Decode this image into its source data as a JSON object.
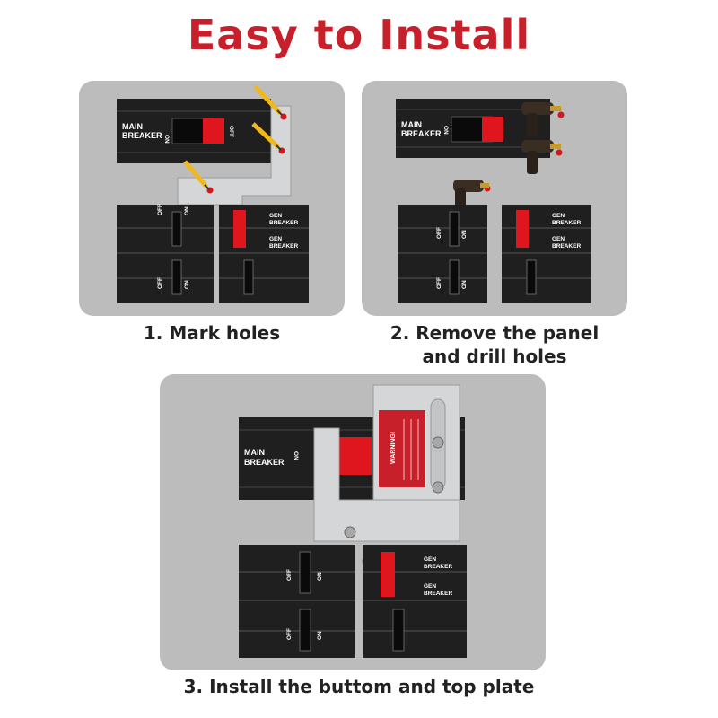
{
  "title": "Easy to Install",
  "steps": [
    {
      "caption": "1. Mark holes"
    },
    {
      "caption": "2. Remove the panel and drill holes",
      "line1": "2. Remove the panel",
      "line2": "and drill holes"
    },
    {
      "caption": "3. Install the buttom and top plate"
    }
  ],
  "breaker_labels": {
    "main": "MAIN",
    "breaker": "BREAKER",
    "on": "ON",
    "off": "OFF",
    "gen": "GEN",
    "gen_breaker": "BREAKER"
  },
  "warning": {
    "heading": "WARNING!"
  },
  "colors": {
    "accent_red": "#c8202a",
    "panel_gray": "#bcbcbc",
    "breaker_black": "#1f1f1f",
    "switch_red": "#e0161e",
    "plate_silver": "#d4d6d8"
  }
}
